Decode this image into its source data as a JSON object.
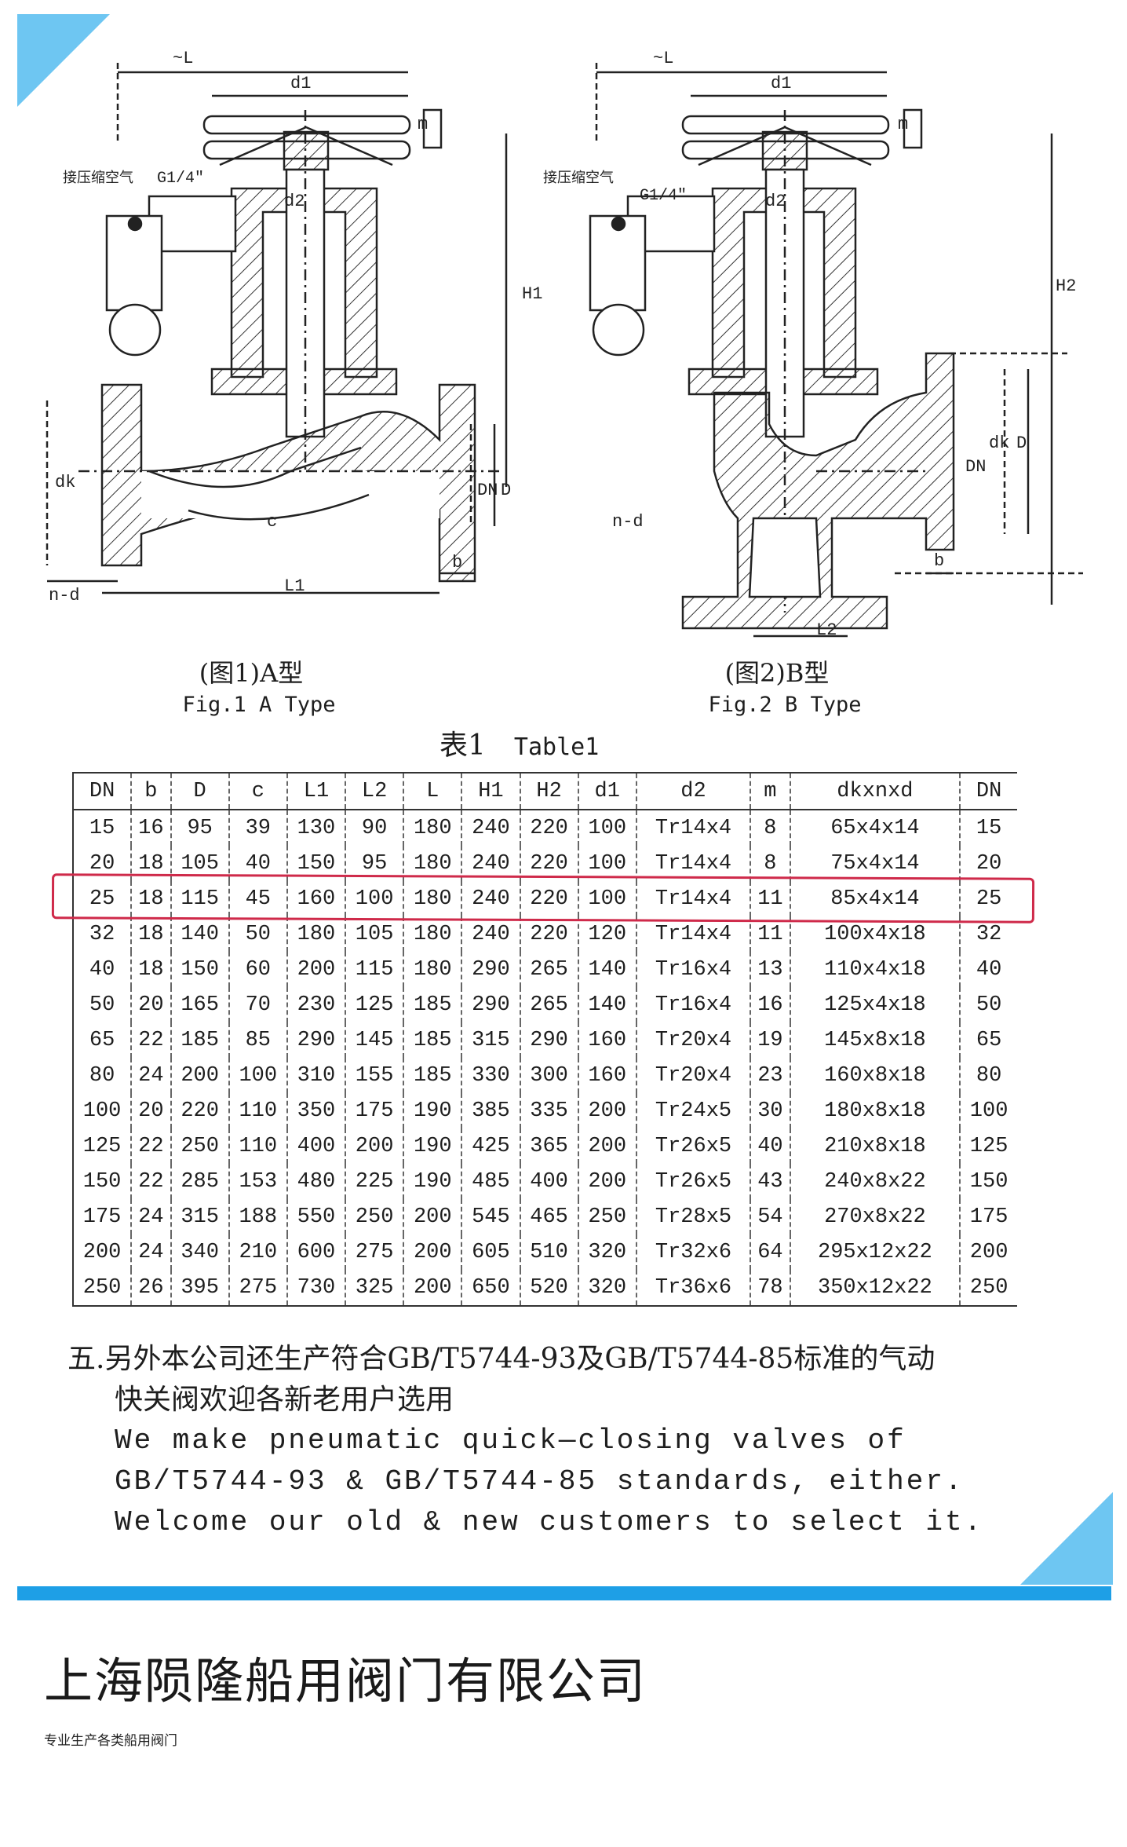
{
  "fig1": {
    "caption_cn": "(图1)A型",
    "caption_en": "Fig.1 A Type",
    "labels": {
      "L": "~L",
      "d1": "d1",
      "m": "m",
      "air": "接压缩空气",
      "g": "G1/4\"",
      "d2": "d2",
      "H1": "H1",
      "dk": "dk",
      "c": "c",
      "DN": "DN",
      "D": "D",
      "b": "b",
      "nd": "n-d",
      "L1": "L1"
    }
  },
  "fig2": {
    "caption_cn": "(图2)B型",
    "caption_en": "Fig.2 B Type",
    "labels": {
      "L": "~L",
      "d1": "d1",
      "m": "m",
      "air": "接压缩空气",
      "g": "G1/4\"",
      "d2": "d2",
      "H2": "H2",
      "dk": "dk",
      "DN": "DN",
      "D": "D",
      "b": "b",
      "nd": "n-d",
      "L2": "L2"
    }
  },
  "table": {
    "title_cn": "表1",
    "title_en": "Table1",
    "headers": [
      "DN",
      "b",
      "D",
      "c",
      "L1",
      "L2",
      "L",
      "H1",
      "H2",
      "d1",
      "d2",
      "m",
      "dkxnxd",
      "DN"
    ],
    "rows": [
      [
        "15",
        "16",
        "95",
        "39",
        "130",
        "90",
        "180",
        "240",
        "220",
        "100",
        "Tr14x4",
        "8",
        "65x4x14",
        "15"
      ],
      [
        "20",
        "18",
        "105",
        "40",
        "150",
        "95",
        "180",
        "240",
        "220",
        "100",
        "Tr14x4",
        "8",
        "75x4x14",
        "20"
      ],
      [
        "25",
        "18",
        "115",
        "45",
        "160",
        "100",
        "180",
        "240",
        "220",
        "100",
        "Tr14x4",
        "11",
        "85x4x14",
        "25"
      ],
      [
        "32",
        "18",
        "140",
        "50",
        "180",
        "105",
        "180",
        "240",
        "220",
        "120",
        "Tr14x4",
        "11",
        "100x4x18",
        "32"
      ],
      [
        "40",
        "18",
        "150",
        "60",
        "200",
        "115",
        "180",
        "290",
        "265",
        "140",
        "Tr16x4",
        "13",
        "110x4x18",
        "40"
      ],
      [
        "50",
        "20",
        "165",
        "70",
        "230",
        "125",
        "185",
        "290",
        "265",
        "140",
        "Tr16x4",
        "16",
        "125x4x18",
        "50"
      ],
      [
        "65",
        "22",
        "185",
        "85",
        "290",
        "145",
        "185",
        "315",
        "290",
        "160",
        "Tr20x4",
        "19",
        "145x8x18",
        "65"
      ],
      [
        "80",
        "24",
        "200",
        "100",
        "310",
        "155",
        "185",
        "330",
        "300",
        "160",
        "Tr20x4",
        "23",
        "160x8x18",
        "80"
      ],
      [
        "100",
        "20",
        "220",
        "110",
        "350",
        "175",
        "190",
        "385",
        "335",
        "200",
        "Tr24x5",
        "30",
        "180x8x18",
        "100"
      ],
      [
        "125",
        "22",
        "250",
        "110",
        "400",
        "200",
        "190",
        "425",
        "365",
        "200",
        "Tr26x5",
        "40",
        "210x8x18",
        "125"
      ],
      [
        "150",
        "22",
        "285",
        "153",
        "480",
        "225",
        "190",
        "485",
        "400",
        "200",
        "Tr26x5",
        "43",
        "240x8x22",
        "150"
      ],
      [
        "175",
        "24",
        "315",
        "188",
        "550",
        "250",
        "200",
        "545",
        "465",
        "250",
        "Tr28x5",
        "54",
        "270x8x22",
        "175"
      ],
      [
        "200",
        "24",
        "340",
        "210",
        "600",
        "275",
        "200",
        "605",
        "510",
        "320",
        "Tr32x6",
        "64",
        "295x12x22",
        "200"
      ],
      [
        "250",
        "26",
        "395",
        "275",
        "730",
        "325",
        "200",
        "650",
        "520",
        "320",
        "Tr36x6",
        "78",
        "350x12x22",
        "250"
      ]
    ],
    "highlighted_row_index": 2,
    "highlight_color": "#cf2a4a"
  },
  "note": {
    "cn_line1": "五.另外本公司还生产符合GB/T5744-93及GB/T5744-85标准的气动",
    "cn_line2": "快关阀欢迎各新老用户选用",
    "en_text": "We make pneumatic quick—closing valves of GB/T5744-93 & GB/T5744-85 standards, either. Welcome our old & new customers to select it."
  },
  "footer": {
    "company": "上海陨隆船用阀门有限公司",
    "slogan": "专业生产各类船用阀门"
  },
  "colors": {
    "accent_blue": "#1e9fe6",
    "corner_blue": "#6ec6f2",
    "highlight_red": "#cf2a4a"
  }
}
